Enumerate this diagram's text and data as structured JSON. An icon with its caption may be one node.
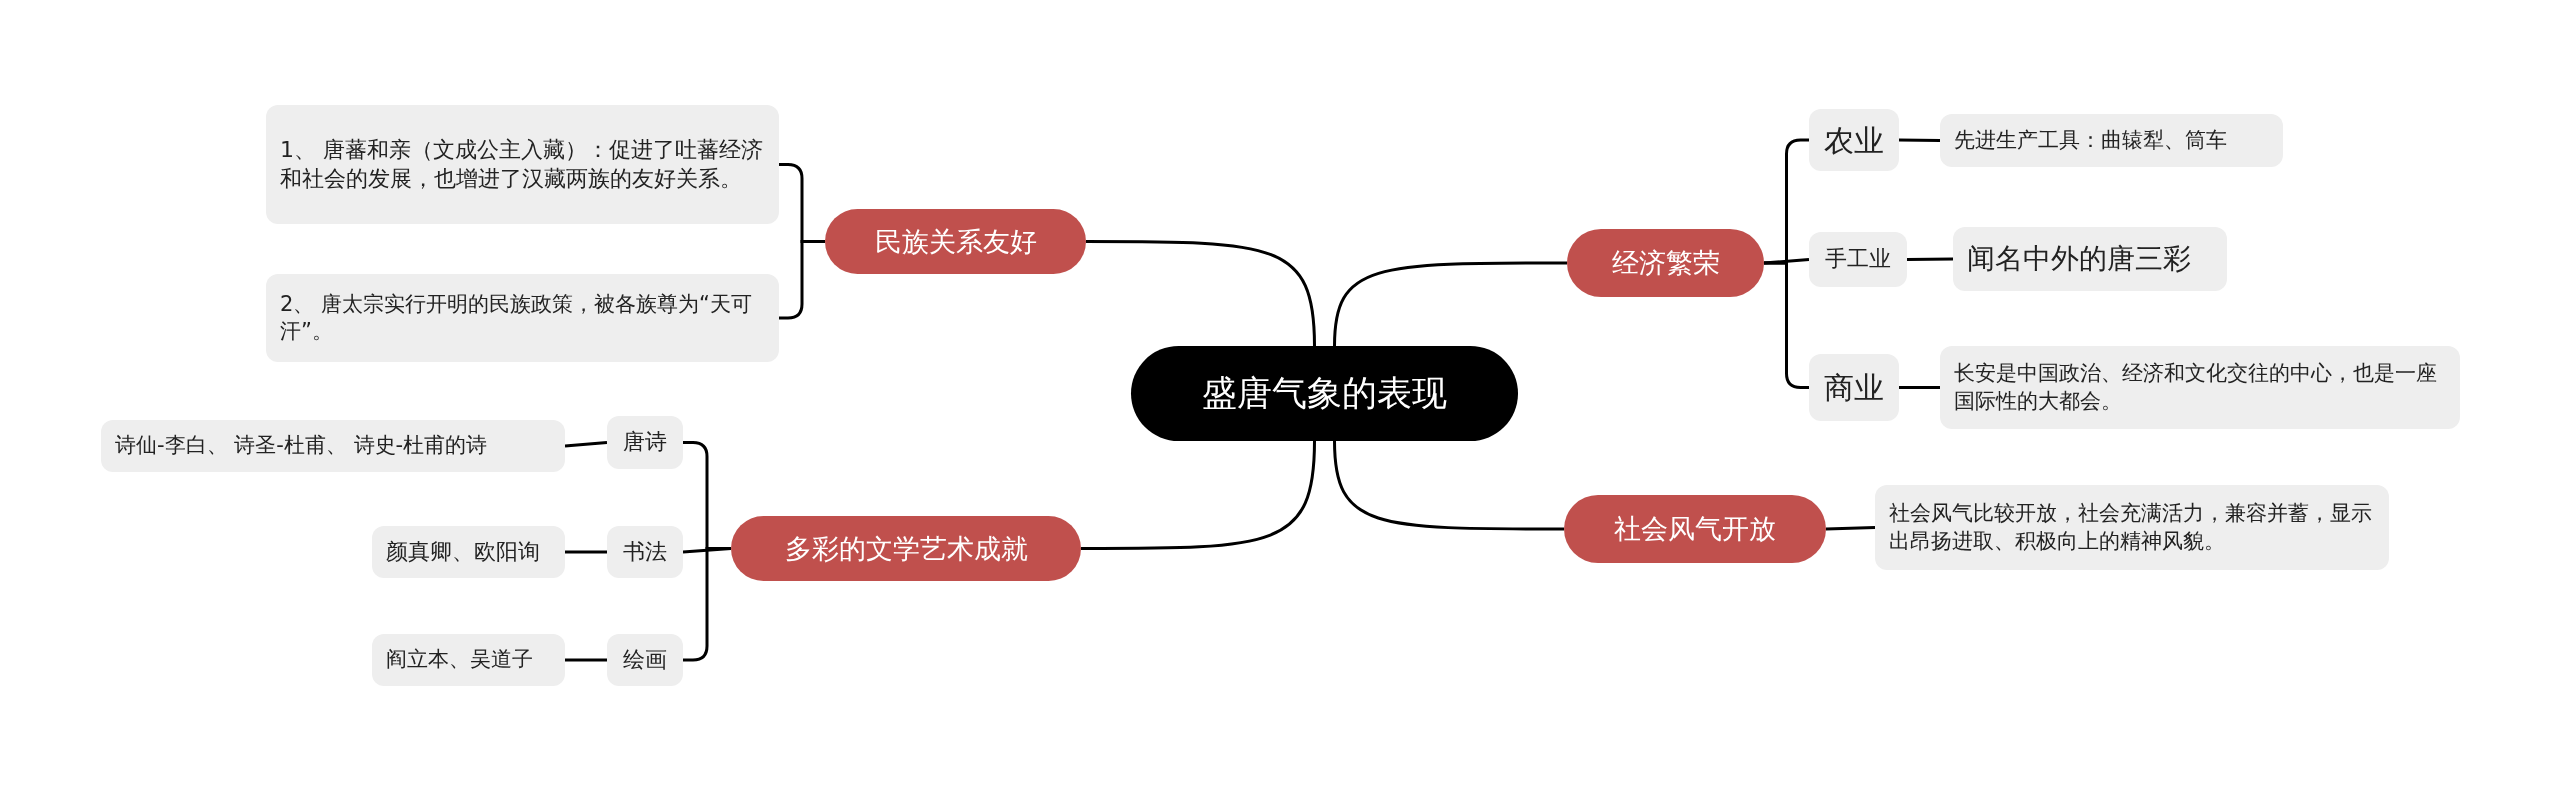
{
  "diagram": {
    "nodes": [
      {
        "text": [
          "盛唐气象的表现"
        ]
      },
      {
        "text": [
          "民族关系友好"
        ]
      },
      {
        "text": [
          "1、 唐蕃和亲（文成公主入藏）：促进了吐蕃经济和社会的发展，也增进了汉藏两族的友好关系。"
        ]
      },
      {
        "text": [
          "2、 唐太宗实行开明的民族政策，被各族尊为“天可汗”。"
        ]
      },
      {
        "text": [
          "多彩的文学艺术成就"
        ]
      },
      {
        "text": [
          "唐诗"
        ]
      },
      {
        "text": [
          "诗仙-李白、 诗圣-杜甫、 诗史-杜甫的诗"
        ]
      },
      {
        "text": [
          "书法"
        ]
      },
      {
        "text": [
          "颜真卿、欧阳询"
        ]
      },
      {
        "text": [
          "绘画"
        ]
      },
      {
        "text": [
          "阎立本、吴道子"
        ]
      },
      {
        "text": [
          "经济繁荣"
        ]
      },
      {
        "text": [
          "农业"
        ]
      },
      {
        "text": [
          "先进生产工具：曲辕犁、筒车"
        ]
      },
      {
        "text": [
          "手工业"
        ]
      },
      {
        "text": [
          "闻名中外的唐三彩"
        ]
      },
      {
        "text": [
          "商业"
        ]
      },
      {
        "text": [
          "长安是中国政治、经济和文化交往的中心，也是一座国际性的大都会。"
        ]
      },
      {
        "text": [
          "社会风气开放"
        ]
      },
      {
        "text": [
          "社会风气比较开放，社会充满活力，兼容并蓄，显示出昂扬进取、积极向上的精神风貌。"
        ]
      }
    ],
    "edges": [
      {
        "from": 0,
        "to": 1,
        "arrow": "none"
      },
      {
        "from": 0,
        "to": 4,
        "arrow": "none"
      },
      {
        "from": 0,
        "to": 11,
        "arrow": "none"
      },
      {
        "from": 0,
        "to": 18,
        "arrow": "none"
      },
      {
        "from": 1,
        "to": 2,
        "arrow": "none"
      },
      {
        "from": 1,
        "to": 3,
        "arrow": "none"
      },
      {
        "from": 4,
        "to": 5,
        "arrow": "none"
      },
      {
        "from": 4,
        "to": 7,
        "arrow": "none"
      },
      {
        "from": 4,
        "to": 9,
        "arrow": "none"
      },
      {
        "from": 5,
        "to": 6,
        "arrow": "none"
      },
      {
        "from": 7,
        "to": 8,
        "arrow": "none"
      },
      {
        "from": 9,
        "to": 10,
        "arrow": "none"
      },
      {
        "from": 11,
        "to": 12,
        "arrow": "none"
      },
      {
        "from": 11,
        "to": 14,
        "arrow": "none"
      },
      {
        "from": 11,
        "to": 16,
        "arrow": "none"
      },
      {
        "from": 12,
        "to": 13,
        "arrow": "none"
      },
      {
        "from": 14,
        "to": 15,
        "arrow": "none"
      },
      {
        "from": 16,
        "to": 17,
        "arrow": "none"
      },
      {
        "from": 18,
        "to": 19,
        "arrow": "none"
      }
    ]
  }
}
